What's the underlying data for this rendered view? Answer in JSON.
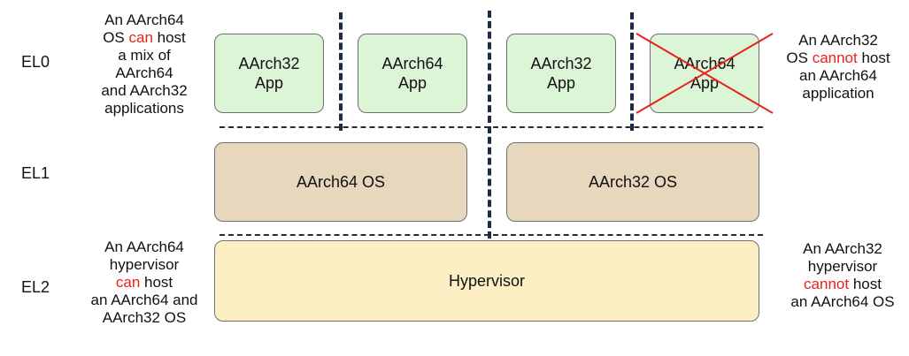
{
  "levels": {
    "el0": "EL0",
    "el1": "EL1",
    "el2": "EL2"
  },
  "notes": {
    "el0_left": {
      "l1": "An AArch64",
      "l2_pre": "OS ",
      "l2_red": "can",
      "l2_post": " host",
      "l3": "a mix of",
      "l4": "AArch64",
      "l5": "and AArch32",
      "l6": "applications"
    },
    "el0_right": {
      "l1": "An AArch32",
      "l2_pre": "OS ",
      "l2_red": "cannot",
      "l2_post": " host",
      "l3": "an AArch64",
      "l4": "application"
    },
    "el2_left": {
      "l1": "An AArch64",
      "l2": "hypervisor",
      "l3_red": "can",
      "l3_post": " host",
      "l4": "an AArch64 and",
      "l5": "AArch32 OS"
    },
    "el2_right": {
      "l1": "An AArch32",
      "l2": "hypervisor",
      "l3_red": "cannot",
      "l3_post": " host",
      "l4": "an AArch64 OS"
    }
  },
  "apps": [
    {
      "arch": "AArch32",
      "kind": "App"
    },
    {
      "arch": "AArch64",
      "kind": "App"
    },
    {
      "arch": "AArch32",
      "kind": "App"
    },
    {
      "arch": "AArch64",
      "kind": "App"
    }
  ],
  "os": [
    "AArch64 OS",
    "AArch32 OS"
  ],
  "hypervisor": "Hypervisor",
  "colors": {
    "emphasis": "#e8211b",
    "app_fill": "#ddf5d7",
    "os_fill": "#e6d7bd",
    "hypervisor_fill": "#fdefc4",
    "separator": "#1d2a4a"
  }
}
